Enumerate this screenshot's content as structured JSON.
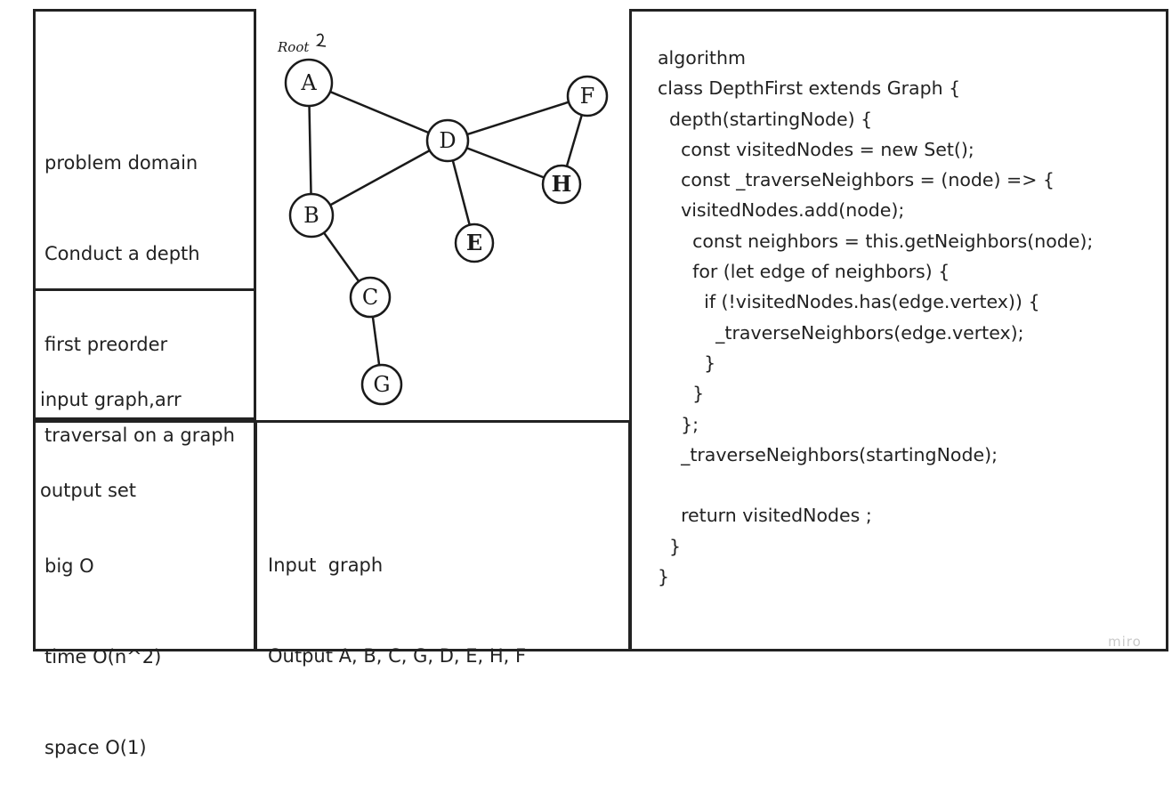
{
  "problem": {
    "lines": [
      "problem domain",
      "Conduct a depth",
      "first preorder",
      "traversal on a graph"
    ]
  },
  "io": {
    "lines": [
      "input graph,arr",
      "output set"
    ]
  },
  "bigo": {
    "lines": [
      "big O",
      "time O(n^2)",
      "space O(1)"
    ]
  },
  "example": {
    "lines": [
      "Input  graph",
      "Output A, B, C, G, D, E, H, F"
    ]
  },
  "graph": {
    "root_label": "Root",
    "nodes": [
      {
        "id": "A",
        "label": "A"
      },
      {
        "id": "B",
        "label": "B"
      },
      {
        "id": "C",
        "label": "C"
      },
      {
        "id": "G",
        "label": "G"
      },
      {
        "id": "D",
        "label": "D"
      },
      {
        "id": "E",
        "label": "E"
      },
      {
        "id": "H",
        "label": "H"
      },
      {
        "id": "F",
        "label": "F"
      }
    ],
    "edges": [
      [
        "A",
        "B"
      ],
      [
        "A",
        "D"
      ],
      [
        "B",
        "D"
      ],
      [
        "B",
        "C"
      ],
      [
        "C",
        "G"
      ],
      [
        "D",
        "E"
      ],
      [
        "D",
        "H"
      ],
      [
        "D",
        "F"
      ],
      [
        "F",
        "H"
      ]
    ]
  },
  "code": {
    "lines": [
      "algorithm",
      "class DepthFirst extends Graph {",
      "  depth(startingNode) {",
      "    const visitedNodes = new Set();",
      "    const _traverseNeighbors = (node) => {",
      "    visitedNodes.add(node);",
      "      const neighbors = this.getNeighbors(node);",
      "      for (let edge of neighbors) {",
      "        if (!visitedNodes.has(edge.vertex)) {",
      "          _traverseNeighbors(edge.vertex);",
      "        }",
      "      }",
      "    };",
      "    _traverseNeighbors(startingNode);",
      "",
      "    return visitedNodes ;",
      "  }",
      "}"
    ]
  },
  "watermark": "miro"
}
